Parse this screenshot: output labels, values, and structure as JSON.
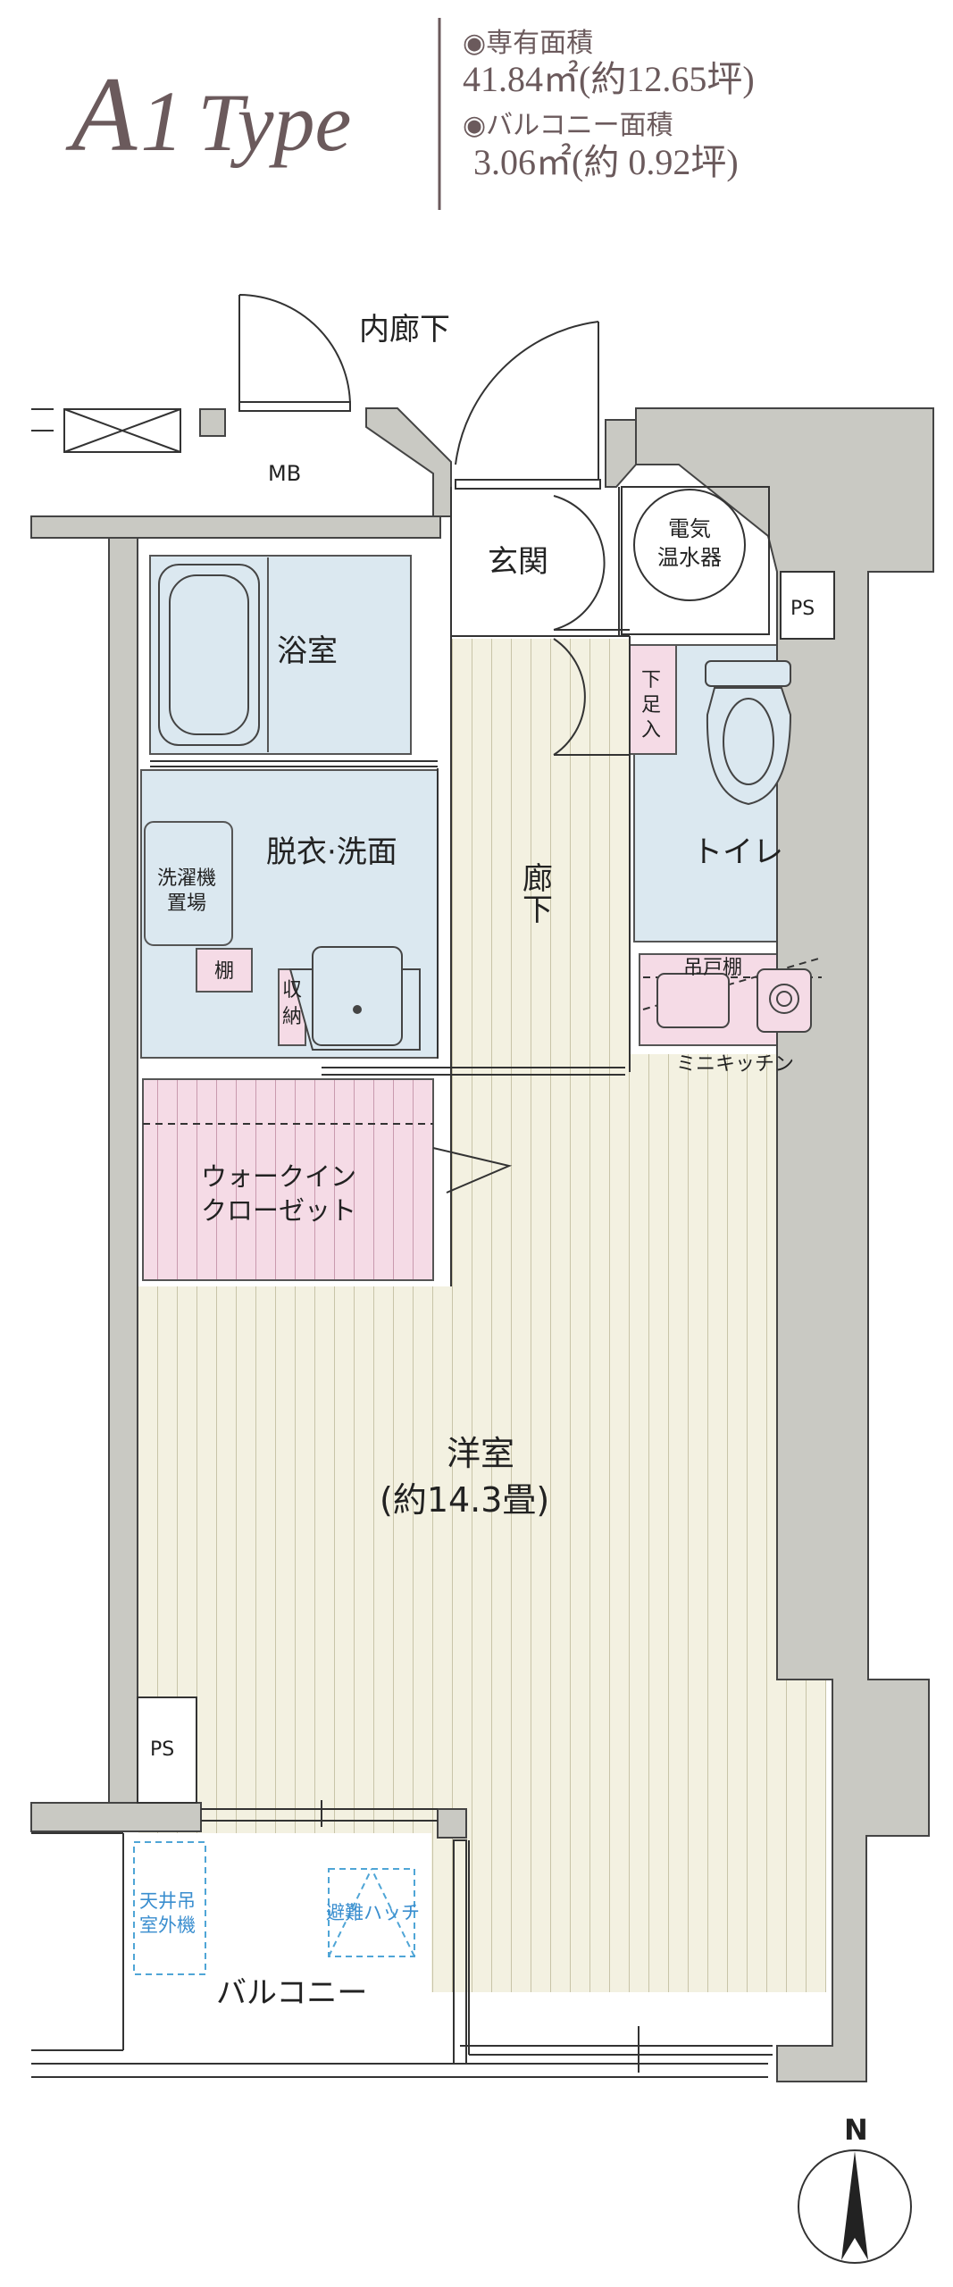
{
  "header": {
    "type_letter": "A",
    "type_num": "1",
    "type_word": "Type",
    "area_label": "◉専有面積",
    "area_value": "41.84㎡(約12.65坪)",
    "balcony_label": "◉バルコニー面積",
    "balcony_value": "3.06㎡(約 0.92坪)"
  },
  "rooms": {
    "corridor_outer": "内廊下",
    "mb": "MB",
    "entrance": "玄関",
    "water_heater_1": "電気",
    "water_heater_2": "温水器",
    "ps_top": "PS",
    "bath": "浴室",
    "shoe_1": "下",
    "shoe_2": "足",
    "shoe_3": "入",
    "toilet": "トイレ",
    "washroom": "脱衣·洗面",
    "washer_1": "洗濯機",
    "washer_2": "置場",
    "shelf": "棚",
    "storage_1": "収",
    "storage_2": "納",
    "hall_1": "廊",
    "hall_2": "下",
    "cabinet": "吊戸棚",
    "kitchen": "ミニキッチン",
    "wic_1": "ウォークイン",
    "wic_2": "クローゼット",
    "western_1": "洋室",
    "western_2": "(約14.3畳)",
    "ps_bottom": "PS",
    "ac_1": "天井吊",
    "ac_2": "室外機",
    "hatch": "避難ハッチ",
    "balcony": "バルコニー",
    "north": "N"
  },
  "colors": {
    "wall": "#c9c9c3",
    "wet_area": "#dbe8f0",
    "closet": "#f5dbe6",
    "floor": "#f3f1e1",
    "title": "#6b5a5c",
    "dashed": "#4fa5d6"
  }
}
